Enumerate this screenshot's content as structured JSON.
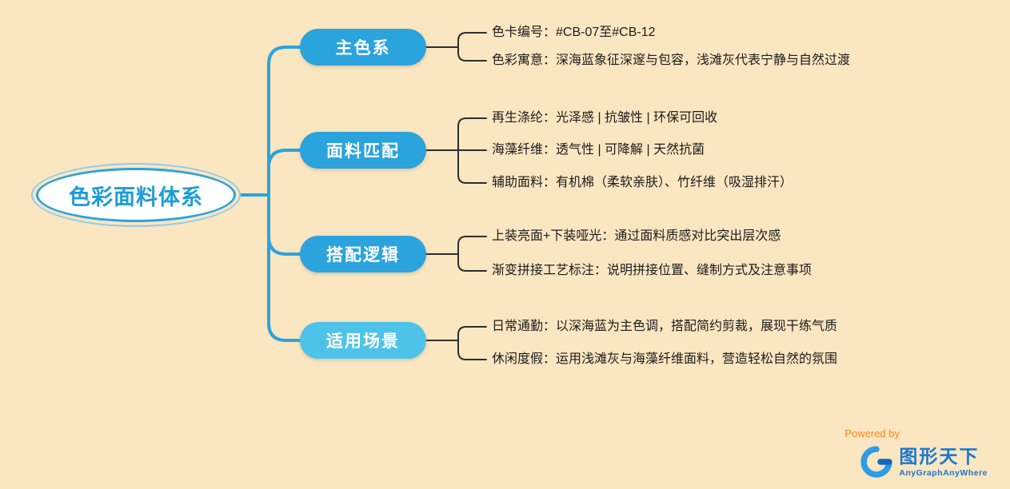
{
  "root": {
    "label": "色彩面料体系"
  },
  "branches": [
    {
      "label": "主色系",
      "color": "#2BA3DD",
      "leaves": [
        "色卡编号：#CB-07至#CB-12",
        "色彩寓意：深海蓝象征深邃与包容，浅滩灰代表宁静与自然过渡"
      ]
    },
    {
      "label": "面料匹配",
      "color": "#2BA3DD",
      "leaves": [
        "再生涤纶：光泽感 | 抗皱性 | 环保可回收",
        "海藻纤维：透气性 | 可降解 | 天然抗菌",
        "辅助面料：有机棉（柔软亲肤）、竹纤维（吸湿排汗）"
      ]
    },
    {
      "label": "搭配逻辑",
      "color": "#2BA3DD",
      "leaves": [
        "上装亮面+下装哑光：通过面料质感对比突出层次感",
        "渐变拼接工艺标注：说明拼接位置、缝制方式及注意事项"
      ]
    },
    {
      "label": "适用场景",
      "color": "#4EC3EA",
      "leaves": [
        "日常通勤：以深海蓝为主色调，搭配简约剪裁，展现干练气质",
        "休闲度假：运用浅滩灰与海藻纤维面料，营造轻松自然的氛围"
      ]
    }
  ],
  "footer": {
    "powered_by": "Powered by",
    "brand": "图形天下",
    "tagline": "AnyGraphAnyWhere"
  },
  "colors": {
    "background": "#FAE6C1",
    "main_connector": "#2BA4DE",
    "leaf_connector": "#2E2E2E",
    "root_border": "#2BA4DE",
    "root_ring": "#8FCBEC",
    "root_text": "#1E9CD7",
    "leaf_text": "#1C1C1C",
    "powered_by": "#F08A1E",
    "brand": "#1877D2"
  }
}
